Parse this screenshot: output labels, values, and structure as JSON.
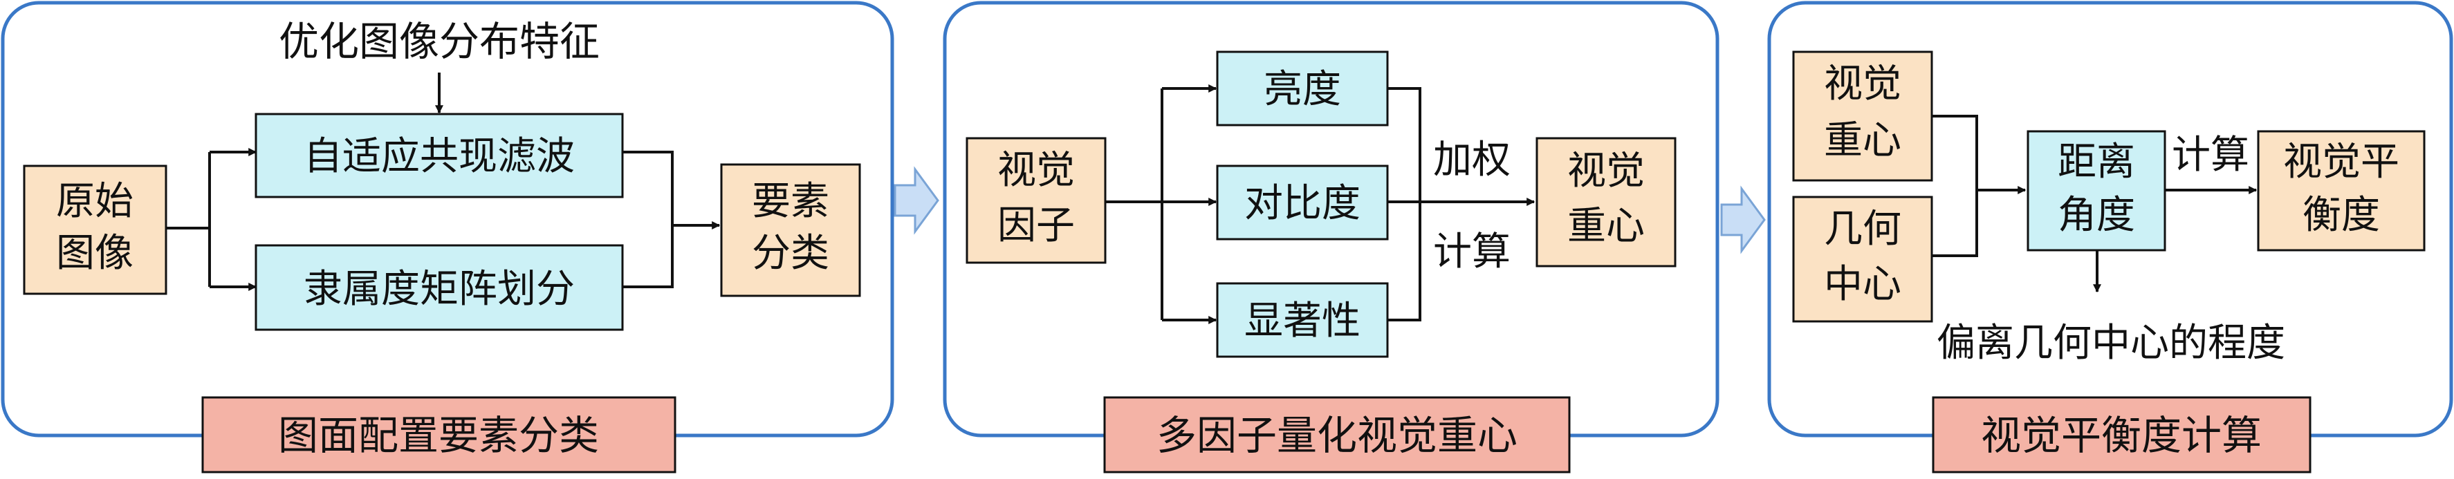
{
  "colors": {
    "panel_border": "#3a78c7",
    "peach_fill": "#fbe2c4",
    "cyan_fill": "#ccf1f6",
    "title_fill": "#f4b3a6",
    "arrow_fill": "#c9def6",
    "arrow_stroke": "#7aa4d6",
    "line": "#111111"
  },
  "panel1": {
    "top_label": "优化图像分布特征",
    "nodes": {
      "original_image": [
        "原始",
        "图像"
      ],
      "adaptive_filter": "自适应共现滤波",
      "membership_matrix": "隶属度矩阵划分",
      "element_class": [
        "要素",
        "分类"
      ]
    },
    "title": "图面配置要素分类"
  },
  "panel2": {
    "nodes": {
      "visual_factor": [
        "视觉",
        "因子"
      ],
      "brightness": "亮度",
      "contrast": "对比度",
      "saliency": "显著性",
      "visual_center": [
        "视觉",
        "重心"
      ]
    },
    "labels": {
      "weighted": "加权",
      "compute": "计算"
    },
    "title": "多因子量化视觉重心"
  },
  "panel3": {
    "nodes": {
      "visual_center": [
        "视觉",
        "重心"
      ],
      "geometric_center": [
        "几何",
        "中心"
      ],
      "distance_angle": [
        "距离",
        "角度"
      ],
      "visual_balance": [
        "视觉平",
        "衡度"
      ]
    },
    "labels": {
      "compute": "计算",
      "deviation": "偏离几何中心的程度"
    },
    "title": "视觉平衡度计算"
  }
}
